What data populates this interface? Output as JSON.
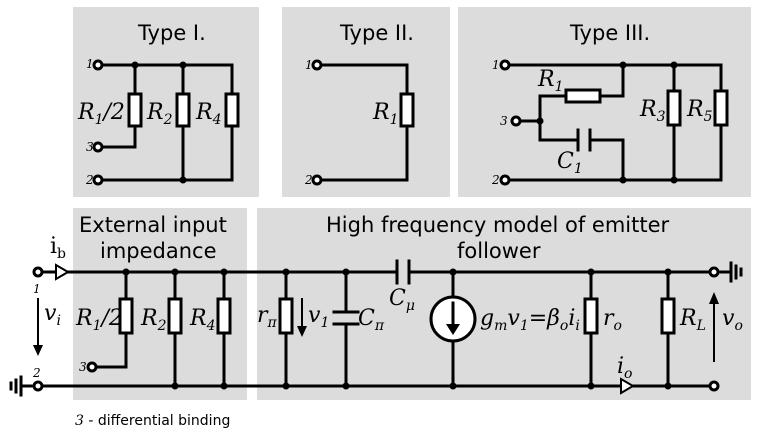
{
  "panels": {
    "type1_title": "Type I.",
    "type2_title": "Type II.",
    "type3_title": "Type III.",
    "external_title_line1": "External input",
    "external_title_line2": "impedance",
    "hf_title_line1": "High frequency model of emitter",
    "hf_title_line2": "follower"
  },
  "pins": {
    "p1": "1",
    "p2": "2",
    "p3": "3"
  },
  "components": {
    "R": "R",
    "C": "C",
    "sub1": "1",
    "sub2": "2",
    "sub3": "3",
    "sub4": "4",
    "sub5": "5",
    "half": "/2",
    "r": "r",
    "pi": "π",
    "mu": "μ",
    "o": "o",
    "L": "L",
    "v": "v",
    "i": "i",
    "b": "b",
    "gm": "g",
    "m": "m",
    "eq": "=",
    "beta": "β"
  },
  "footnote": "3 - differential binding",
  "footnote_num": "3",
  "footnote_text": " - differential binding"
}
